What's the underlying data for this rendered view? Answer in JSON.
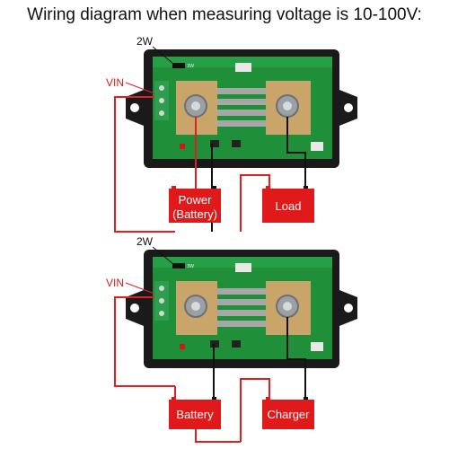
{
  "title": "Wiring diagram when measuring voltage is 10-100V:",
  "top": {
    "label_2w": "2W",
    "label_vin": "VIN",
    "jumper_text": "3W",
    "box_left_line1": "Power",
    "box_left_line2": "(Battery)",
    "box_right": "Load"
  },
  "bottom": {
    "label_2w": "2W",
    "label_vin": "VIN",
    "jumper_text": "3W",
    "box_left": "Battery",
    "box_right": "Charger"
  },
  "colors": {
    "wire_red": "#e02020",
    "wire_black": "#111111",
    "box_fill": "#e01a1a",
    "pcb_green": "#1f8f3a",
    "housing": "#1a1a1a",
    "copper": "#caa56a"
  }
}
